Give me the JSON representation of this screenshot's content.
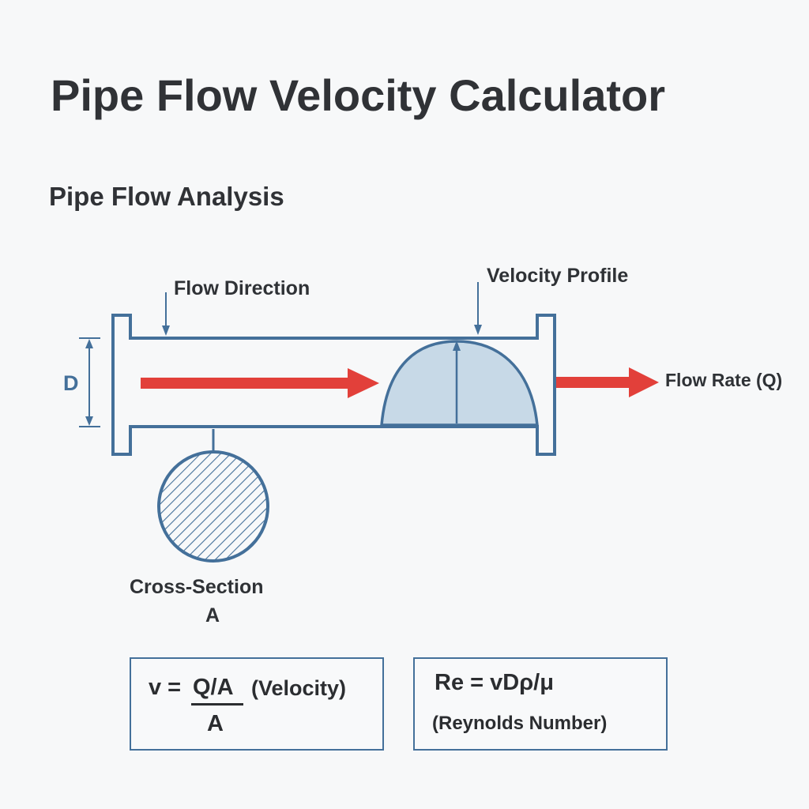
{
  "title": "Pipe Flow Velocity Calculator",
  "subtitle": "Pipe Flow Analysis",
  "diagram": {
    "labels": {
      "flow_direction": "Flow Direction",
      "velocity_profile": "Velocity Profile",
      "diameter": "D",
      "flow_rate": "Flow Rate (Q)",
      "cross_section": "Cross-Section",
      "area_symbol": "A"
    },
    "colors": {
      "pipe": "#44709a",
      "arrow": "#e2403a",
      "profile_fill": "#c7d9e7",
      "hatch": "#44709a"
    }
  },
  "formulas": {
    "velocity": {
      "lhs": "v =",
      "numerator": "Q/A",
      "denominator": "A",
      "note": "(Velocity)"
    },
    "reynolds": {
      "equation": "Re = vDρ/μ",
      "note": "(Reynolds Number)"
    }
  }
}
